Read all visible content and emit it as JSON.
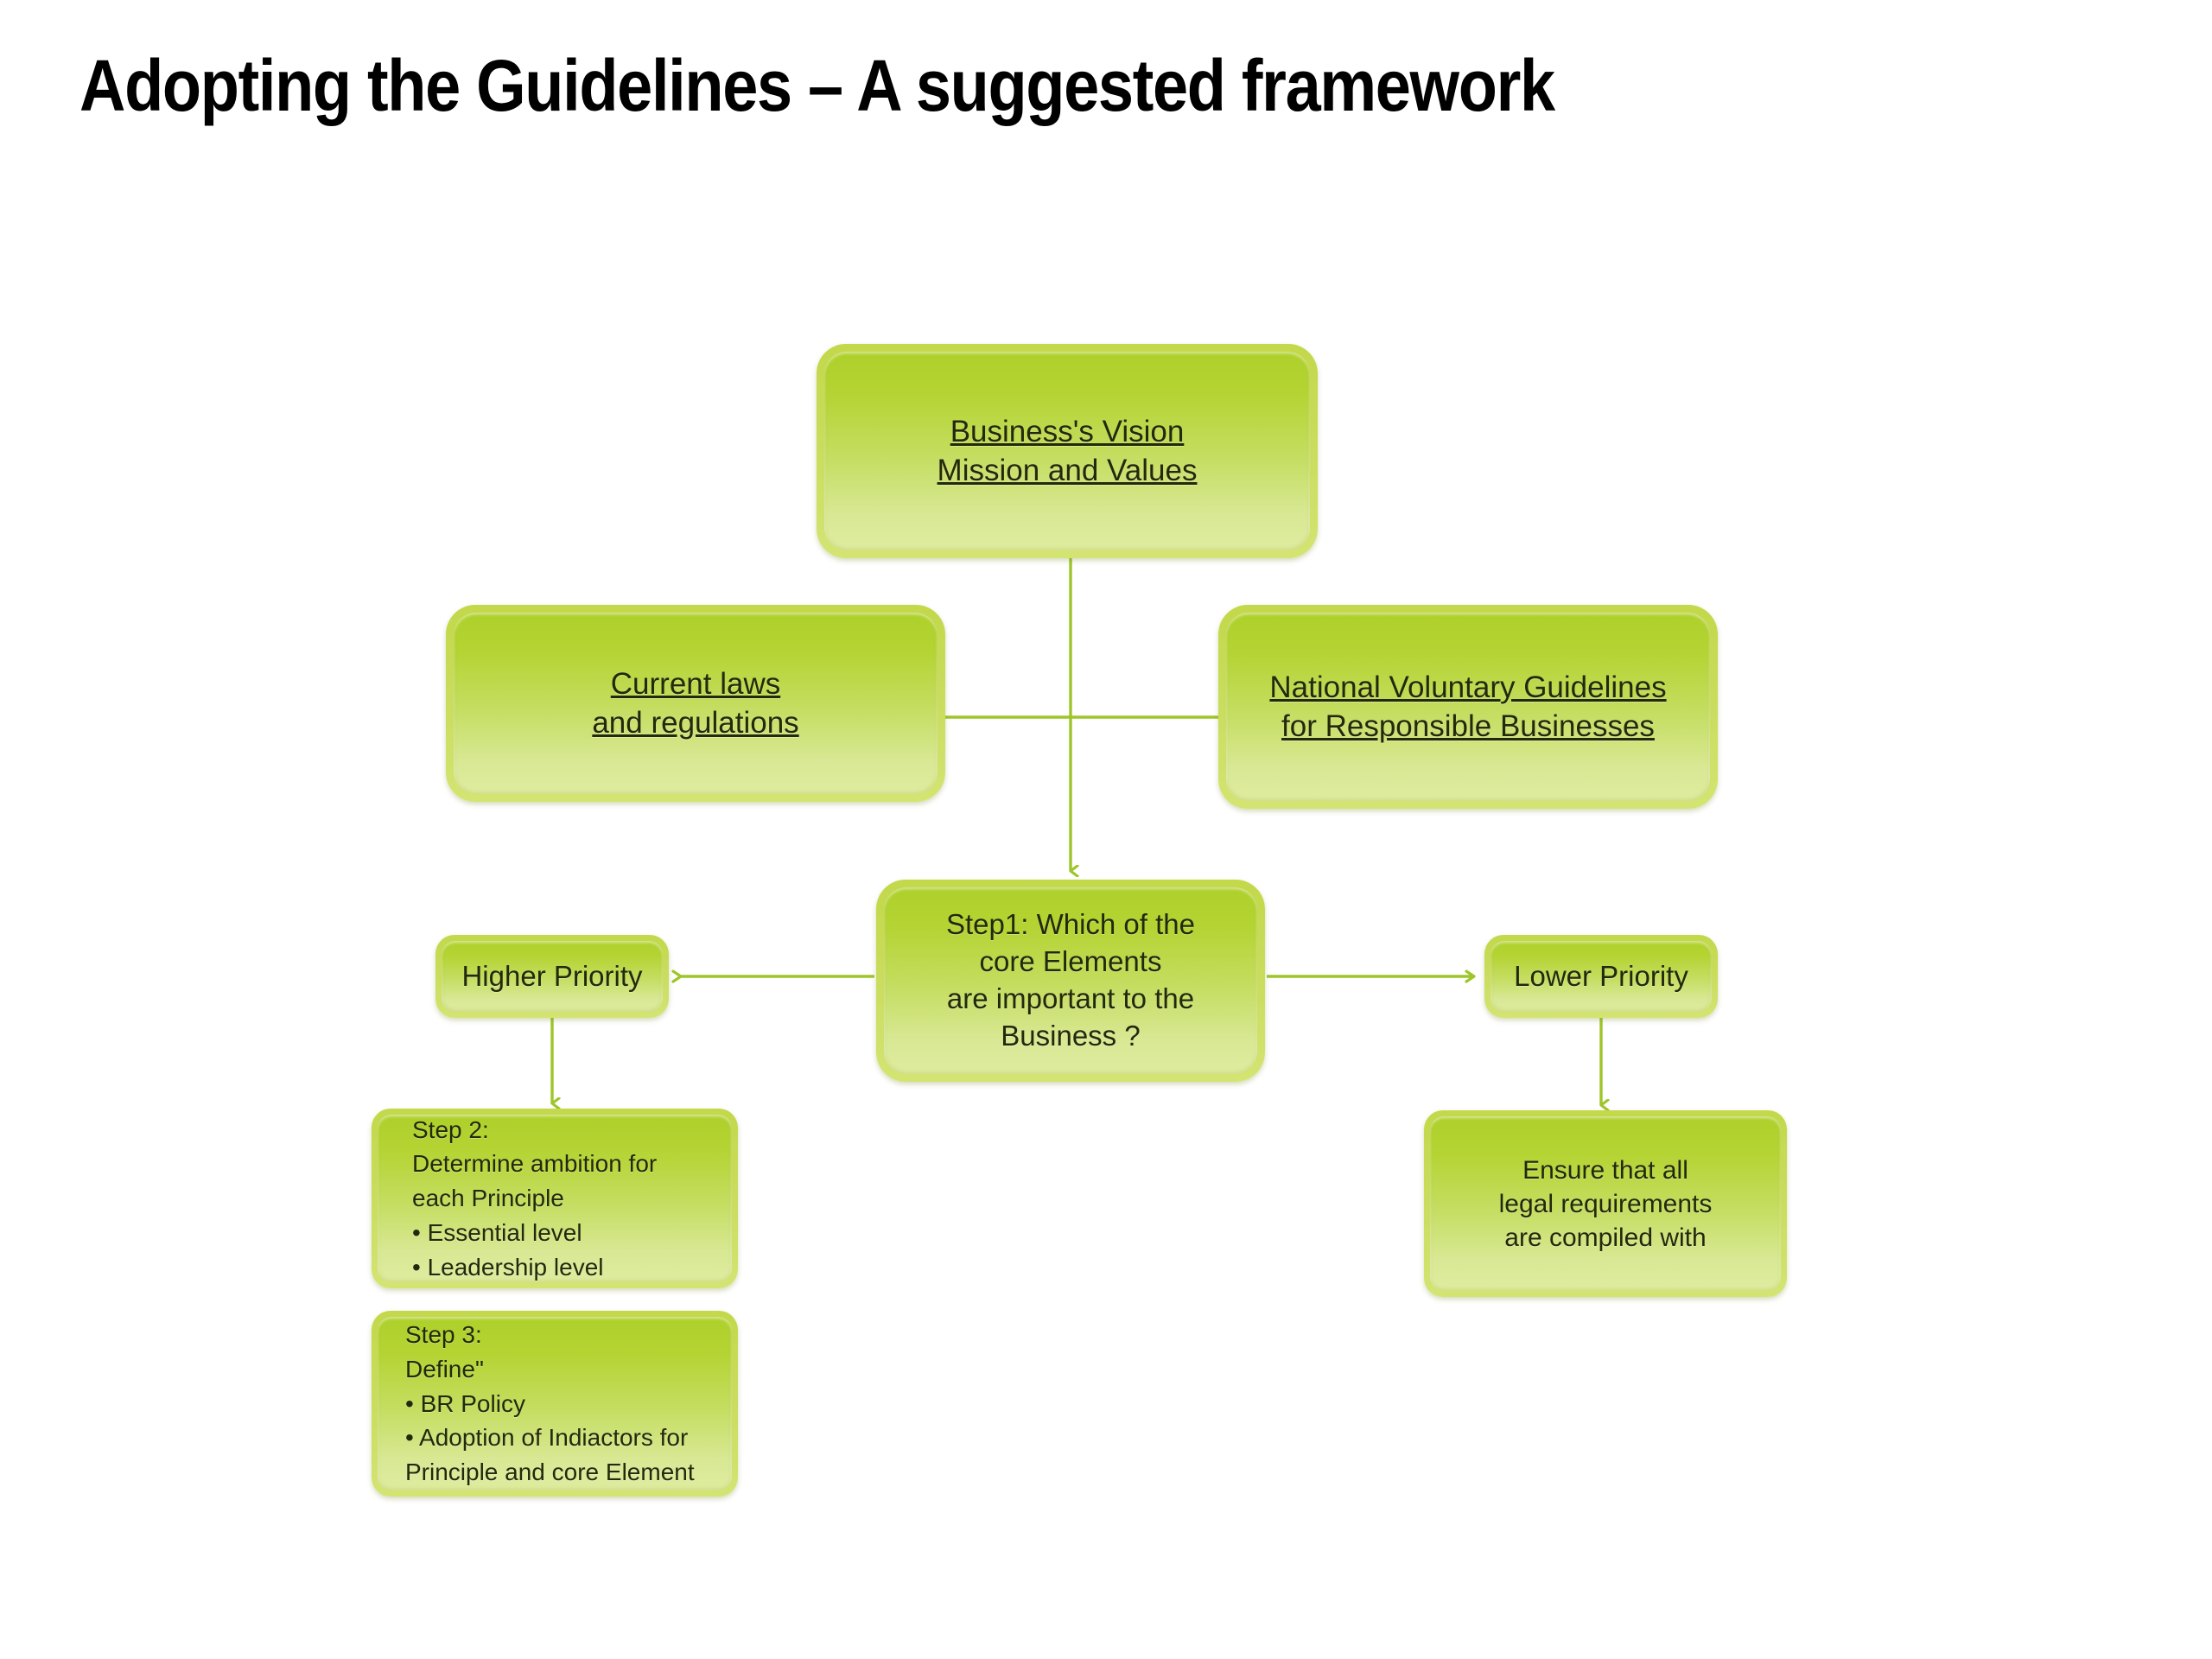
{
  "slide": {
    "title": "Adopting the Guidelines – A suggested framework",
    "background_color": "#ffffff",
    "title_color": "#000000"
  },
  "theme": {
    "node_fill_top": "#aed02a",
    "node_fill_bottom": "#dfec9f",
    "node_frame": "#c6dc52",
    "connector_color": "#9ec62a",
    "text_color": "#23290b"
  },
  "diagram": {
    "type": "flowchart",
    "nodes": [
      {
        "id": "vision",
        "label": "Business's Vision\nMission and Values",
        "underline": true,
        "align": "center"
      },
      {
        "id": "laws",
        "label": "Current laws\nand regulations",
        "underline": true,
        "align": "center"
      },
      {
        "id": "guidelines",
        "label": "National Voluntary Guidelines\nfor Responsible Businesses",
        "underline": true,
        "align": "center"
      },
      {
        "id": "step1",
        "label": "Step1: Which of the\ncore Elements\nare important to the\nBusiness ?",
        "underline": false,
        "align": "center"
      },
      {
        "id": "higher",
        "label": "Higher Priority",
        "underline": false,
        "align": "center"
      },
      {
        "id": "lower",
        "label": "Lower Priority",
        "underline": false,
        "align": "center"
      },
      {
        "id": "step2",
        "label": "Step 2:\nDetermine ambition for\neach Principle\n• Essential level\n• Leadership level",
        "underline": false,
        "align": "left"
      },
      {
        "id": "step3",
        "label": "Step 3:\nDefine\"\n• BR Policy\n• Adoption of Indiactors for\nPrinciple and core Element",
        "underline": false,
        "align": "left"
      },
      {
        "id": "ensure",
        "label": "Ensure that all\nlegal requirements\nare compiled with",
        "underline": false,
        "align": "center"
      }
    ],
    "edges": [
      {
        "from": "vision",
        "to": "step1",
        "style": "arrow-down",
        "label": ""
      },
      {
        "from": "laws",
        "to": "step1",
        "style": "line-right",
        "label": ""
      },
      {
        "from": "guidelines",
        "to": "step1",
        "style": "line-left",
        "label": ""
      },
      {
        "from": "step1",
        "to": "higher",
        "style": "arrow-left",
        "label": ""
      },
      {
        "from": "step1",
        "to": "lower",
        "style": "arrow-right",
        "label": ""
      },
      {
        "from": "higher",
        "to": "step2",
        "style": "arrow-down",
        "label": ""
      },
      {
        "from": "lower",
        "to": "ensure",
        "style": "arrow-down",
        "label": ""
      }
    ]
  }
}
